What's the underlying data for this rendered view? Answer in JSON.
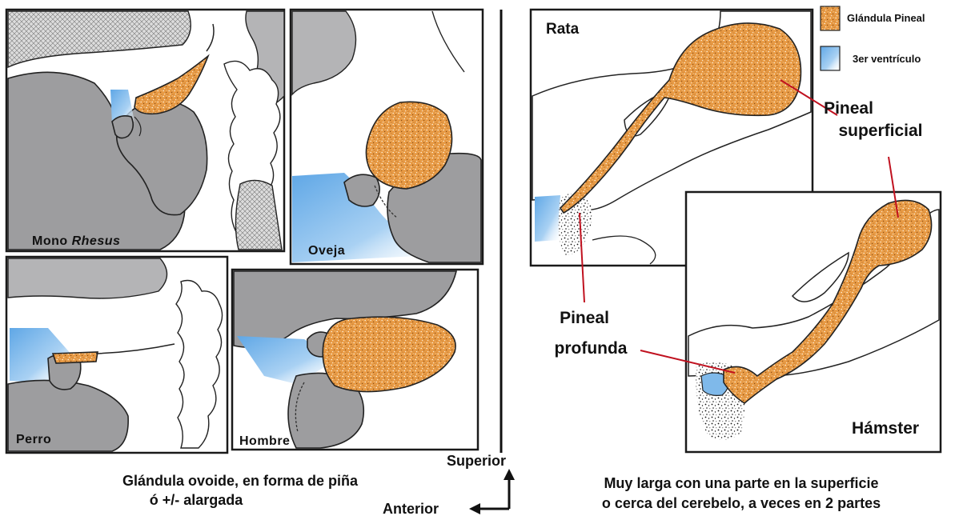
{
  "colors": {
    "pineal": "#e79a45",
    "ventricle": "#7fb9ea",
    "tissue_grey": "#9d9d9f",
    "leader_red": "#c0111f"
  },
  "legend": {
    "pineal_label": "Glándula Pineal",
    "ventricle_label": "3er ventrículo"
  },
  "panels": {
    "mono_prefix": "Mono ",
    "mono_italic": "Rhesus",
    "oveja": "Oveja",
    "perro": "Perro",
    "hombre": "Hombre",
    "rata": "Rata",
    "hamster": "Hámster"
  },
  "callouts": {
    "superficial_line1": "Pineal",
    "superficial_line2": "superficial",
    "profunda_line1": "Pineal",
    "profunda_line2": "profunda"
  },
  "orientation": {
    "superior": "Superior",
    "anterior": "Anterior"
  },
  "captions": {
    "left_line1": "Glándula ovoide, en forma de piña",
    "left_line2": "ó +/- alargada",
    "right_line1": "Muy larga con una parte en la superficie",
    "right_line2": "o cerca del cerebelo, a veces en 2 partes"
  }
}
